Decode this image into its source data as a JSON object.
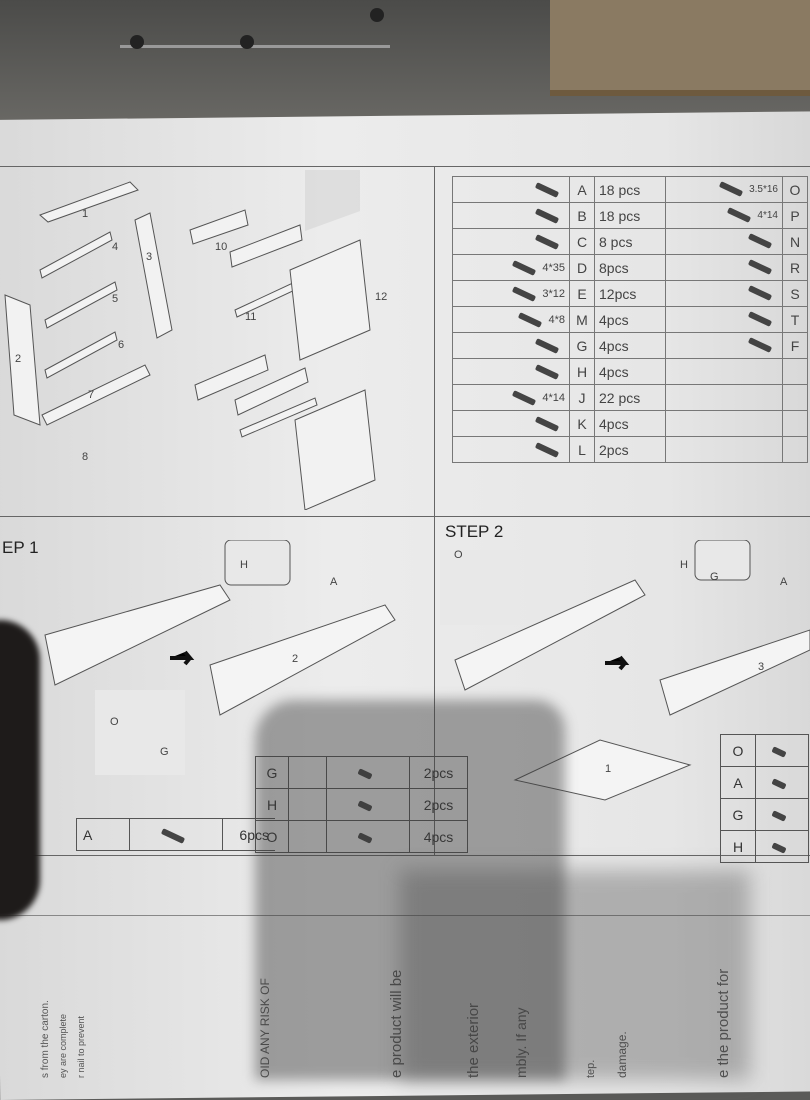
{
  "parts_table": {
    "left": [
      {
        "size": "",
        "letter": "A",
        "qty": "18 pcs"
      },
      {
        "size": "",
        "letter": "B",
        "qty": "18 pcs"
      },
      {
        "size": "",
        "letter": "C",
        "qty": "8  pcs"
      },
      {
        "size": "4*35",
        "letter": "D",
        "qty": "8pcs"
      },
      {
        "size": "3*12",
        "letter": "E",
        "qty": "12pcs"
      },
      {
        "size": "4*8",
        "letter": "M",
        "qty": "4pcs"
      },
      {
        "size": "",
        "letter": "G",
        "qty": "4pcs"
      },
      {
        "size": "",
        "letter": "H",
        "qty": "4pcs"
      },
      {
        "size": "4*14",
        "letter": "J",
        "qty": "22 pcs"
      },
      {
        "size": "",
        "letter": "K",
        "qty": "4pcs"
      },
      {
        "size": "",
        "letter": "L",
        "qty": "2pcs"
      }
    ],
    "right": [
      {
        "size": "3.5*16",
        "letter": "O"
      },
      {
        "size": "4*14",
        "letter": "P"
      },
      {
        "size": "",
        "letter": "N"
      },
      {
        "size": "",
        "letter": "R"
      },
      {
        "size": "",
        "letter": "S"
      },
      {
        "size": "",
        "letter": "T"
      },
      {
        "size": "",
        "letter": "F"
      }
    ]
  },
  "panel_labels": [
    "1",
    "2",
    "3",
    "4",
    "5",
    "6",
    "7",
    "8",
    "10",
    "11",
    "12"
  ],
  "step1": {
    "title": "EP 1",
    "callouts": [
      "H",
      "G",
      "O",
      "A",
      "2"
    ],
    "table": [
      {
        "letter": "G",
        "qty": "2pcs"
      },
      {
        "letter": "H",
        "qty": "2pcs"
      },
      {
        "letter": "O",
        "qty": "4pcs"
      }
    ],
    "extra": {
      "letter": "A",
      "qty": "6pcs"
    }
  },
  "step2": {
    "title": "STEP 2",
    "callouts": [
      "H",
      "G",
      "O",
      "A",
      "1",
      "3"
    ],
    "table": [
      "O",
      "A",
      "G",
      "H"
    ]
  },
  "instructions": [
    "s from the carton.",
    "ey are complete",
    "r nail to prevent",
    "OID ANY RISK OF",
    "e product will be",
    "the exterior",
    "mbly.  If any",
    "tep.",
    "damage.",
    "e the product for"
  ]
}
